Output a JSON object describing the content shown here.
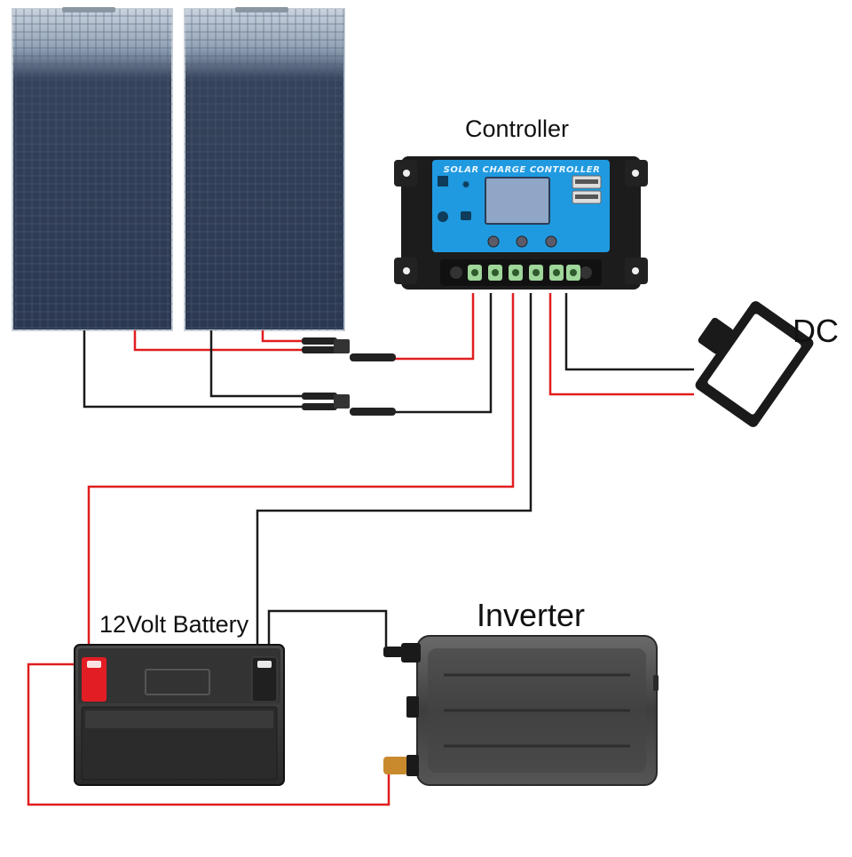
{
  "labels": {
    "controller": "Controller",
    "dc": "DC",
    "battery": "12Volt Battery",
    "inverter": "Inverter"
  },
  "controller_panel": {
    "title": "SOLAR CHARGE CONTROLLER"
  },
  "colors": {
    "positive_wire": "#e01e1e",
    "negative_wire": "#1a1a1a",
    "controller_face": "#1f9ae0",
    "solar_cell": "#2b3850"
  }
}
